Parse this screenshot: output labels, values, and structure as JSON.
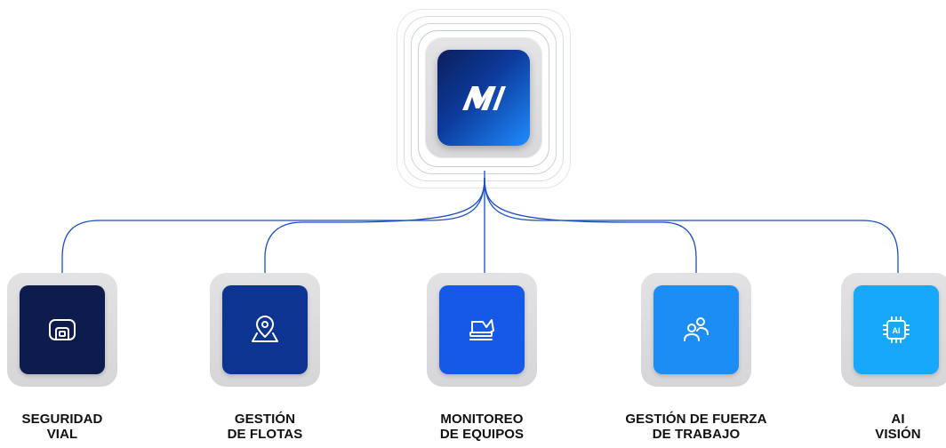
{
  "colors": {
    "connector": "#1a4fc4",
    "hub_gradient": [
      "#0b1f5c",
      "#1f8cff"
    ]
  },
  "hub": {
    "logo_icon": "m-logo-icon"
  },
  "modules": [
    {
      "id": "seguridad-vial",
      "line1": "SEGURIDAD",
      "line2": "VIAL",
      "icon": "road-safety-icon",
      "color": "#0d1b4d"
    },
    {
      "id": "gestion-flotas",
      "line1": "GESTIÓN",
      "line2": "DE FLOTAS",
      "icon": "map-pin-icon",
      "color": "#0d3491"
    },
    {
      "id": "monitoreo-equipos",
      "line1": "MONITOREO",
      "line2": "DE EQUIPOS",
      "icon": "machinery-icon",
      "color": "#1559e6"
    },
    {
      "id": "gestion-fuerza",
      "line1": "GESTIÓN DE FUERZA",
      "line2": "DE TRABAJO",
      "icon": "users-icon",
      "color": "#1b8df5"
    },
    {
      "id": "ai-vision",
      "line1": "AI",
      "line2": "VISIÓN",
      "icon": "ai-chip-icon",
      "color": "#17a7fb"
    }
  ]
}
